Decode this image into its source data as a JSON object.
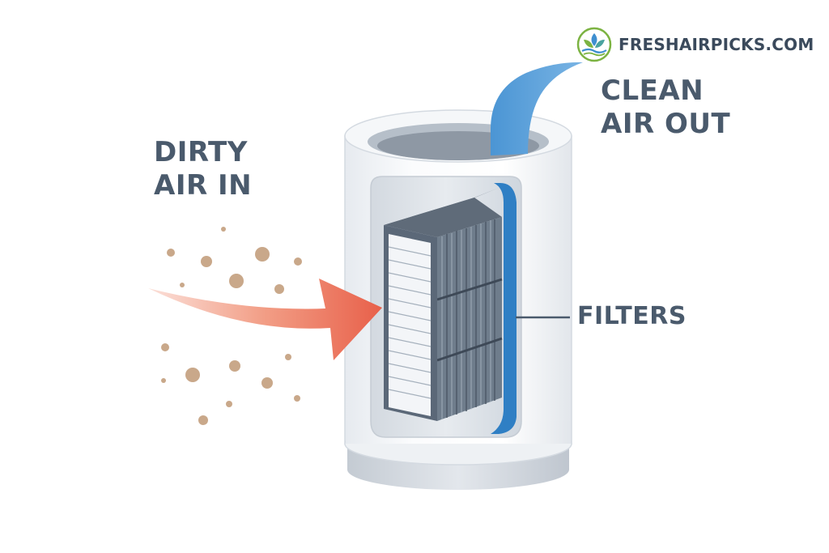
{
  "brand": {
    "name": "FRESHAIRPICKS.COM",
    "logo_icon": "leaf-drop-logo-icon"
  },
  "labels": {
    "dirty_air": [
      "DIRTY",
      "AIR IN"
    ],
    "clean_air": [
      "CLEAN",
      "AIR OUT"
    ],
    "filters": "FILTERS"
  },
  "colors": {
    "label_text": "#4a5a6c",
    "dirty_arrow": "#e8705a",
    "clean_airflow": "#3f8fd0",
    "particles": "#c9a88a",
    "filter_frame": "#5b6878",
    "filter_blue_edge": "#2f7fc4"
  }
}
